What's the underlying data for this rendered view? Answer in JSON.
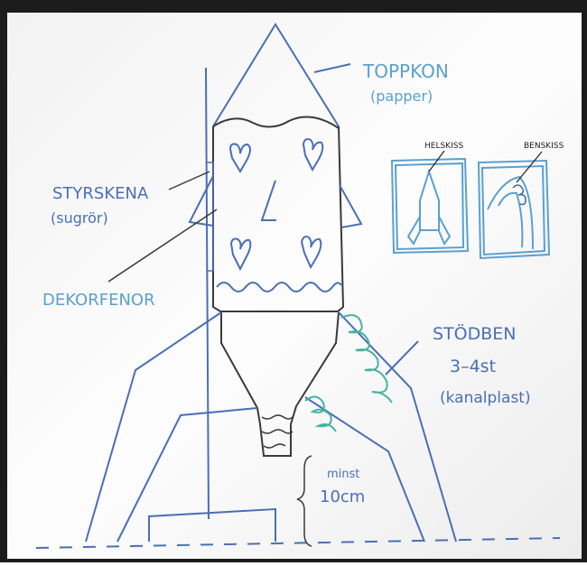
{
  "labels": {
    "nose_cone": "TOPPKON",
    "nose_cone_material": "(papper)",
    "guide_rail": "STYRSKENA",
    "guide_rail_material": "(sugrör)",
    "decor_fins": "DEKORFENOR",
    "full_sketch": "HELSKISS",
    "leg_sketch": "BENSKISS",
    "legs": "STÖDBEN",
    "legs_count": "3–4st",
    "legs_material": "(kanalplast)",
    "min_height": "minst",
    "min_height_value": "10cm"
  },
  "colors": {
    "marker_blue": "#4a6fb5",
    "marker_lightblue": "#5aa0d0",
    "marker_teal": "#46b3a0",
    "marker_dark": "#3a3a3a",
    "board": "#fbfbfb"
  }
}
